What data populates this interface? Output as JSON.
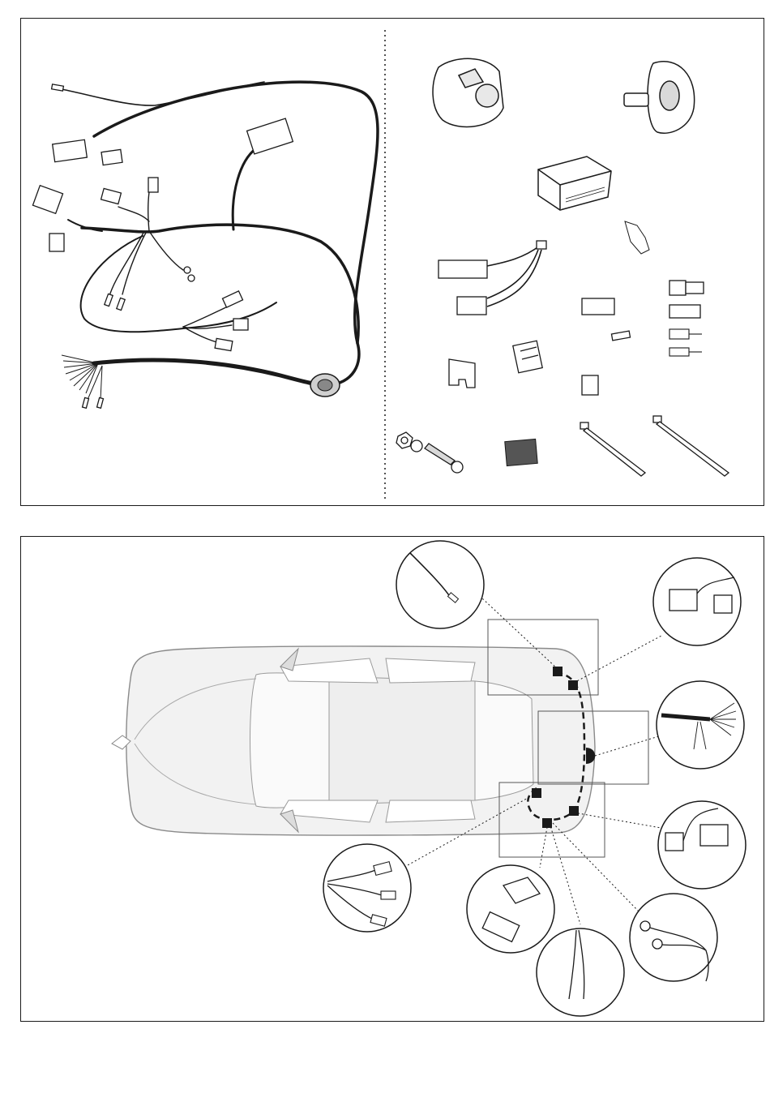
{
  "document": {
    "type": "towing wiring kit assembly diagram",
    "panels": [
      "kit-contents",
      "installation-layout"
    ]
  },
  "colors": {
    "line": "#1a1a1a",
    "car_body": "#f4f4f4",
    "car_outline": "#8a8a8a",
    "connector_fill": "#ffffff",
    "socket_shade": "#d9d9d9"
  },
  "kit_contents": {
    "harness": [
      "main-harness",
      "multi-connector-plugs",
      "ground-ring-terminals",
      "grommet",
      "open-wire-ends"
    ],
    "parts": [
      "socket-cover",
      "socket-base",
      "control-module",
      "adapter-cable",
      "relay-connector",
      "fuse",
      "fuse-holder",
      "terminals",
      "bolt-nut-washer",
      "adhesive-pad",
      "cable-tie-short",
      "cable-tie-long"
    ]
  },
  "installation": {
    "callouts": [
      "single-wire-terminal",
      "plug-connector-left",
      "open-wire-bundle-socket",
      "plug-connector-right",
      "bullet-connector-set",
      "control-module-connector",
      "two-wire-terminal",
      "ground-ring-terminals"
    ]
  }
}
